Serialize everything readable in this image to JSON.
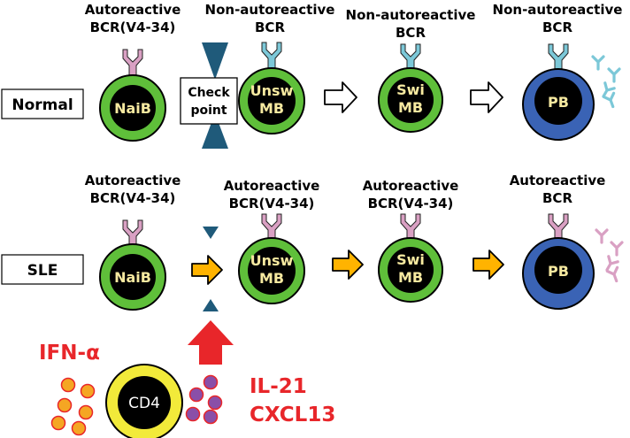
{
  "colors": {
    "naive_membrane": "#5fbf3a",
    "plasmablast_membrane": "#3a63b5",
    "nucleus": "#000000",
    "bcr_autoreactive": "#d9a0c3",
    "bcr_nonautoreactive": "#7cc8d8",
    "checkpoint": "#1f5a7a",
    "sle_arrow": "#ffb300",
    "red_arrow": "#e8262a",
    "cd4_membrane": "#f2ea3a",
    "ifn_dot": "#f5a623",
    "il21_dot": "#8a4fa8"
  },
  "normal": {
    "row_label": "Normal",
    "cells": [
      {
        "label_1": "Autoreactive",
        "label_2": "BCR(V4-34)",
        "text_1": "NaiB",
        "text_2": ""
      },
      {
        "label_1": "Non-autoreactive",
        "label_2": "BCR",
        "text_1": "Unsw",
        "text_2": "MB"
      },
      {
        "label_1": "Non-autoreactive",
        "label_2": "BCR",
        "text_1": "Swi",
        "text_2": "MB"
      },
      {
        "label_1": "Non-autoreactive",
        "label_2": "BCR",
        "text_1": "PB",
        "text_2": ""
      }
    ],
    "checkpoint_1": "Check",
    "checkpoint_2": "point"
  },
  "sle": {
    "row_label": "SLE",
    "cells": [
      {
        "label_1": "Autoreactive",
        "label_2": "BCR(V4-34)",
        "text_1": "NaiB",
        "text_2": ""
      },
      {
        "label_1": "Autoreactive",
        "label_2": "BCR(V4-34)",
        "text_1": "Unsw",
        "text_2": "MB"
      },
      {
        "label_1": "Autoreactive",
        "label_2": "BCR(V4-34)",
        "text_1": "Swi",
        "text_2": "MB"
      },
      {
        "label_1": "Autoreactive",
        "label_2": "BCR",
        "text_1": "PB",
        "text_2": ""
      }
    ]
  },
  "cytokines": {
    "ifn": "IFN-α",
    "cd4": "CD4",
    "il21": "IL-21",
    "cxcl13": "CXCL13"
  }
}
